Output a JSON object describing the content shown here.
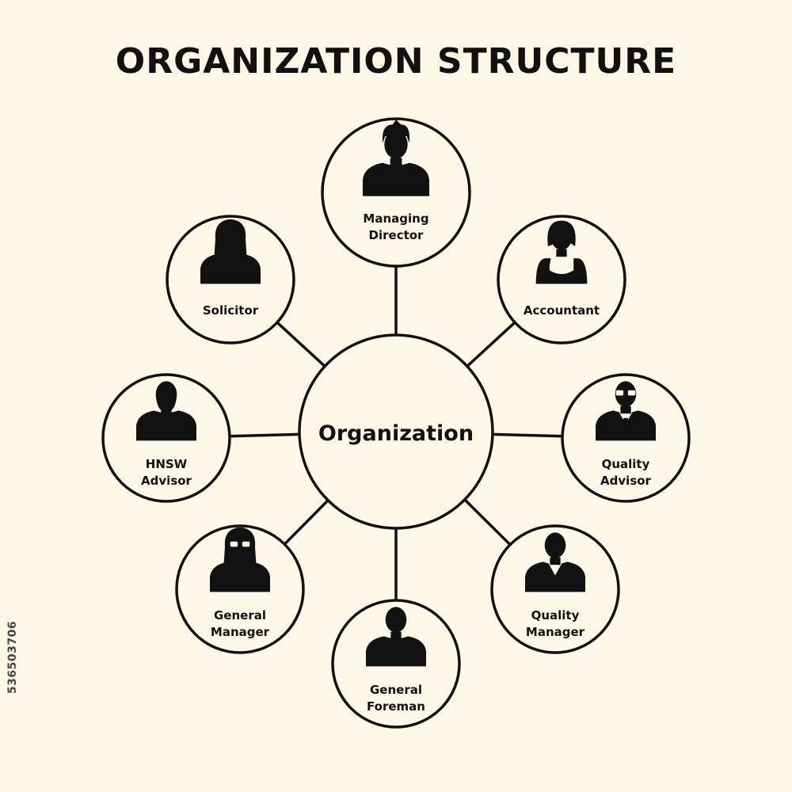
{
  "title": "ORGANIZATION STRUCTURE",
  "center": {
    "label": "Organization"
  },
  "nodes": [
    {
      "id": "managing-director",
      "lines": [
        "Managing",
        "Director"
      ],
      "icon": "man-short-hair-icon"
    },
    {
      "id": "accountant",
      "lines": [
        "Accountant"
      ],
      "icon": "woman-bob-hair-icon"
    },
    {
      "id": "quality-advisor",
      "lines": [
        "Quality",
        "Advisor"
      ],
      "icon": "man-glasses-tie-icon"
    },
    {
      "id": "quality-manager",
      "lines": [
        "Quality",
        "Manager"
      ],
      "icon": "man-v-neck-icon"
    },
    {
      "id": "general-foreman",
      "lines": [
        "General",
        "Foreman"
      ],
      "icon": "man-icon"
    },
    {
      "id": "general-manager",
      "lines": [
        "General",
        "Manager"
      ],
      "icon": "woman-glasses-icon"
    },
    {
      "id": "hnsw-advisor",
      "lines": [
        "HNSW",
        "Advisor"
      ],
      "icon": "man-beard-icon"
    },
    {
      "id": "solicitor",
      "lines": [
        "Solicitor"
      ],
      "icon": "woman-long-hair-icon"
    }
  ],
  "watermark": "536503706",
  "colors": {
    "background": "#fbf8e9",
    "ink": "#111111"
  }
}
